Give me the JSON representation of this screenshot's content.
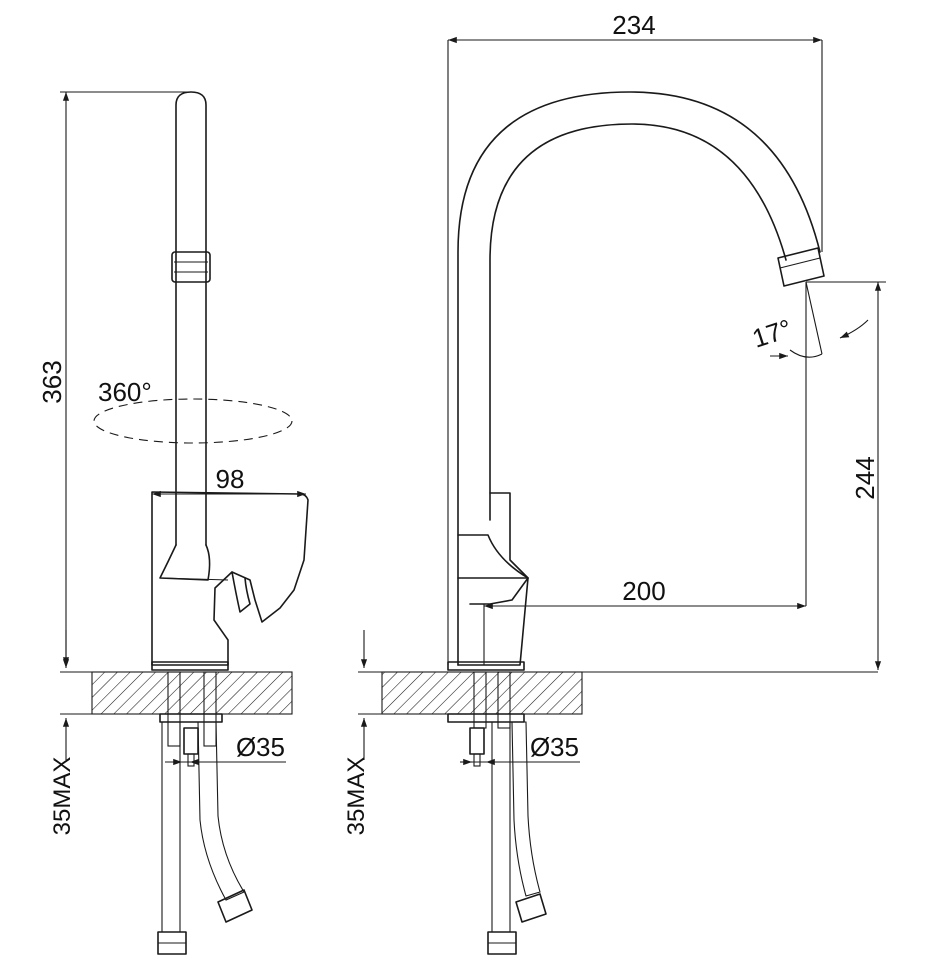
{
  "dimensions": {
    "height_total": "363",
    "swivel_angle": "360°",
    "handle_reach": "98",
    "width_total": "234",
    "tilt_angle": "17°",
    "spout_height": "244",
    "spout_reach": "200",
    "hole_diameter_left": "35",
    "hole_diameter_right": "35",
    "diameter_symbol": "Ø",
    "counter_thickness_left": "35MAX",
    "counter_thickness_right": "35MAX"
  },
  "colors": {
    "line": "#1a1a1a",
    "background": "#ffffff"
  }
}
